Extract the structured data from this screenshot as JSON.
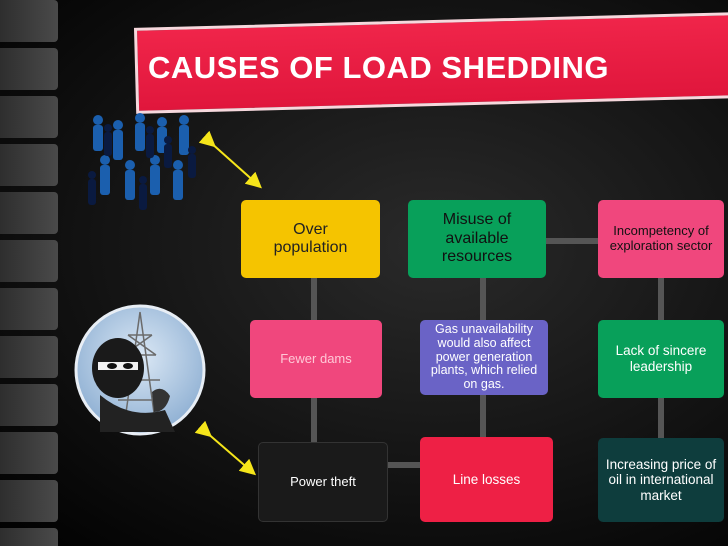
{
  "title": "CAUSES OF LOAD SHEDDING",
  "boxes": {
    "over_population": "Over population",
    "fewer_dams": "Fewer dams",
    "power_theft": "Power theft",
    "misuse": "Misuse of available resources",
    "gas": "Gas unavailability would also affect power generation plants, which relied on gas.",
    "line_losses": "Line losses",
    "incompetency": "Incompetency of exploration sector",
    "lack_leadership": "Lack of sincere leadership",
    "oil_price": "Increasing price of oil in international market"
  },
  "colors": {
    "banner": "#e61a41",
    "yellow": "#f5c400",
    "pink": "#f0477d",
    "dark": "#1a1a1a",
    "green": "#08a05a",
    "purple": "#6a63c6",
    "red": "#ee2045",
    "teal": "#0e3d3d",
    "arrow": "#f5e51a"
  },
  "icons": [
    "crowd-image",
    "thief-image",
    "double-arrow-icon"
  ]
}
